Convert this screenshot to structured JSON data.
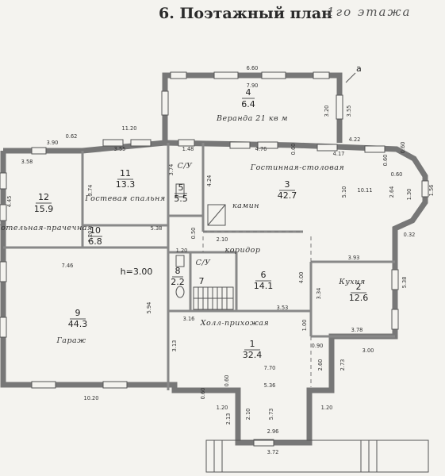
{
  "heading": "6. Поэтажный план",
  "heading_handwritten": "1го этажа",
  "height_note": "h=3.00",
  "axis_mark": "a",
  "rooms": [
    {
      "num": "4",
      "area": "6.4",
      "name": "Веранда 21 кв м"
    },
    {
      "num": "11",
      "area": "13.3",
      "name": "Гостевая спальня"
    },
    {
      "num": "12",
      "area": "15.9",
      "name": "Котельная-прачечная"
    },
    {
      "num": "10",
      "area": "6.8"
    },
    {
      "num": "5",
      "area": "5.5",
      "name": "С/У"
    },
    {
      "num": "3",
      "area": "42.7",
      "name": "Гостинная-столовая"
    },
    {
      "num": "8",
      "area": "2.2",
      "name": "С/У"
    },
    {
      "num": "7"
    },
    {
      "num": "6",
      "area": "14.1",
      "name": "коридор"
    },
    {
      "num": "2",
      "area": "12.6",
      "name": "Кухня"
    },
    {
      "num": "9",
      "area": "44.3",
      "name": "Гараж"
    },
    {
      "num": "1",
      "area": "32.4",
      "name": "Холл-прихожая"
    }
  ],
  "labels": {
    "fireplace": "камин"
  },
  "dimensions": {
    "d660": "6.60",
    "d790": "7.90",
    "d320": "3.20",
    "d355": "3.55",
    "d1120": "11.20",
    "d390": "3.90",
    "d062": "0.62",
    "d358": "3.58",
    "d355b": "3.55",
    "d148": "1.48",
    "d476": "4.76",
    "d060a": "0.60",
    "d422": "4.22",
    "d417": "4.17",
    "d060b": "0.60",
    "d060c": "0.60",
    "d374a": "3.74",
    "d374b": "3.74",
    "d424": "4.24",
    "d445": "4.45",
    "d510": "5.10",
    "d1011": "10.11",
    "d264": "2.64",
    "d130": "1.30",
    "d156": "1.56",
    "d538a": "5.38",
    "d120a": "1.20",
    "d050": "0.50",
    "d210a": "2.10",
    "d032": "0.32",
    "d746": "7.46",
    "d120b": "1.20",
    "d393": "3.93",
    "d400": "4.00",
    "d334": "3.34",
    "d538b": "5.38",
    "d594": "5.94",
    "d353": "3.53",
    "d316": "3.16",
    "d100": "1.00",
    "d378": "3.78",
    "d313": "3.13",
    "d090": "0.90",
    "d300": "3.00",
    "d273": "2.73",
    "d260": "2.60",
    "d770": "7.70",
    "d060d": "0.60",
    "d536": "5.36",
    "d060e": "0.60",
    "d1020": "10.20",
    "d120c": "1.20",
    "d213": "2.13",
    "d210b": "2.10",
    "d573": "5.73",
    "d120d": "1.20",
    "d296": "2.96",
    "d372": "3.72"
  }
}
